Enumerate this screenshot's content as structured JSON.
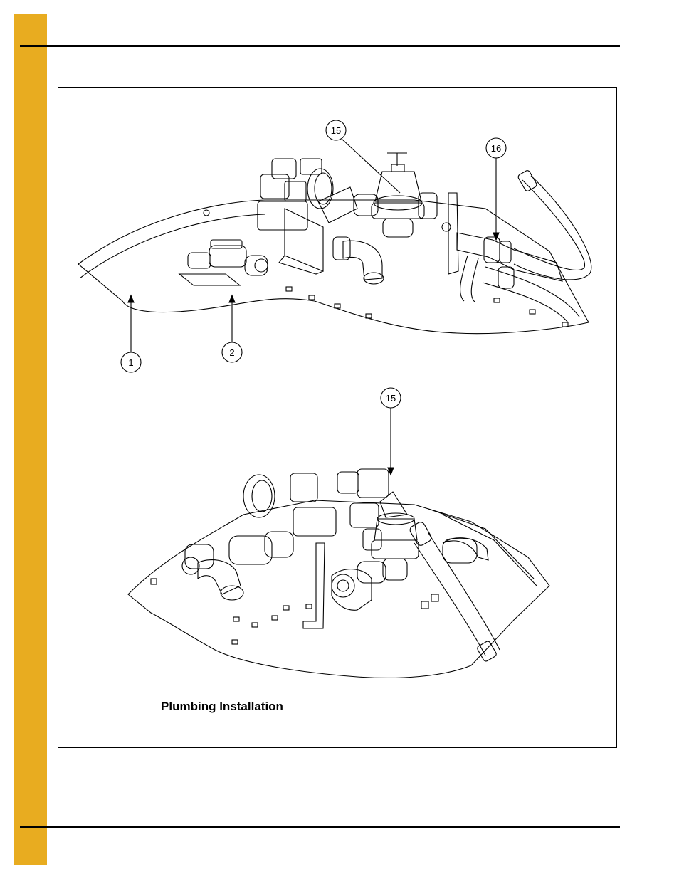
{
  "page": {
    "tab_color": "#e8ac20"
  },
  "figure": {
    "caption": "Plumbing Installation",
    "callouts_top": [
      "15",
      "16",
      "1",
      "2"
    ],
    "callouts_bottom": [
      "15"
    ]
  }
}
